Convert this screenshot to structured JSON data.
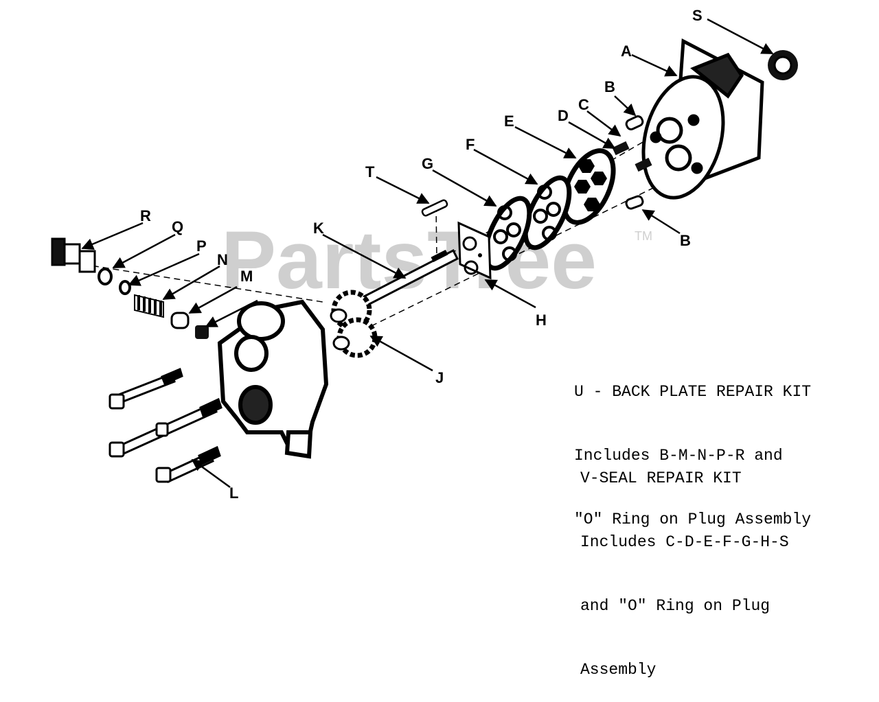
{
  "watermark": {
    "text": "PartsTree",
    "trademark": "TM"
  },
  "labels": {
    "A": "A",
    "B1": "B",
    "B2": "B",
    "C": "C",
    "D": "D",
    "E": "E",
    "F": "F",
    "G": "G",
    "H": "H",
    "J": "J",
    "K": "K",
    "L": "L",
    "M": "M",
    "N": "N",
    "P": "P",
    "Q": "Q",
    "R": "R",
    "S": "S",
    "T": "T"
  },
  "kits": {
    "u": {
      "line1": "U - BACK PLATE REPAIR KIT",
      "line2": "Includes B-M-N-P-R and",
      "line3": "\"O\" Ring on Plug Assembly"
    },
    "v": {
      "line1": "V-SEAL REPAIR KIT",
      "line2": "Includes C-D-E-F-G-H-S",
      "line3": "and \"O\" Ring on Plug",
      "line4": "Assembly"
    }
  }
}
